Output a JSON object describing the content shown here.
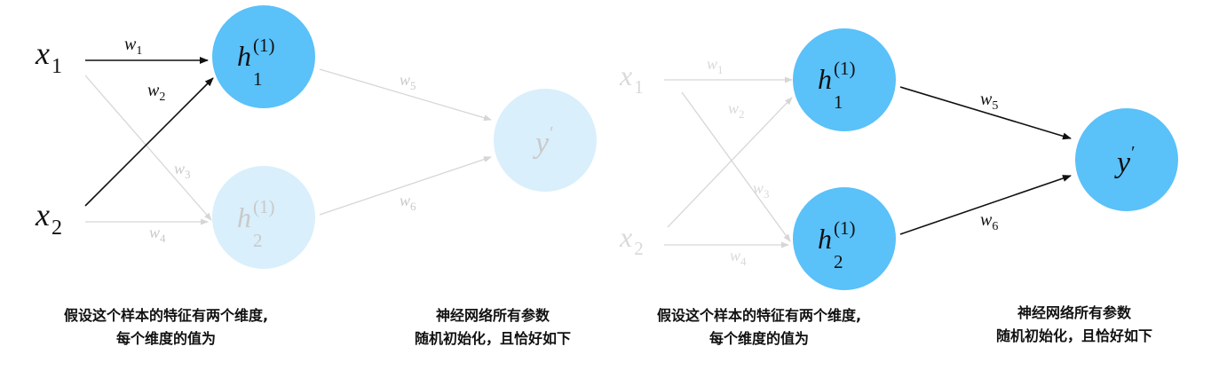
{
  "colors": {
    "node_active": "#5AC1F9",
    "node_faded": "#D9EFFB",
    "edge_active": "#111111",
    "edge_faded": "#D6D6D6",
    "label_active": "#111111",
    "label_faded": "#C9C9C9"
  },
  "panels": [
    {
      "inputs": {
        "x1": "x",
        "x1_sub": "1",
        "x2": "x",
        "x2_sub": "2"
      },
      "hidden": {
        "h": "h",
        "h1_sub": "1",
        "h2_sub": "2",
        "sup": "(1)"
      },
      "output": {
        "y": "y",
        "prime": "′"
      },
      "weights": {
        "w": "w",
        "w1": "1",
        "w2": "2",
        "w3": "3",
        "w4": "4",
        "w5": "5",
        "w6": "6"
      },
      "caption_left": [
        "假设这个样本的特征有两个维度,",
        "每个维度的值为"
      ],
      "caption_right": [
        "神经网络所有参数",
        "随机初始化，且恰好如下"
      ]
    },
    {
      "inputs": {
        "x1": "x",
        "x1_sub": "1",
        "x2": "x",
        "x2_sub": "2"
      },
      "hidden": {
        "h": "h",
        "h1_sub": "1",
        "h2_sub": "2",
        "sup": "(1)"
      },
      "output": {
        "y": "y",
        "prime": "′"
      },
      "weights": {
        "w": "w",
        "w1": "1",
        "w2": "2",
        "w3": "3",
        "w4": "4",
        "w5": "5",
        "w6": "6"
      },
      "caption_left": [
        "假设这个样本的特征有两个维度,",
        "每个维度的值为"
      ],
      "caption_right": [
        "神经网络所有参数",
        "随机初始化，且恰好如下"
      ]
    }
  ]
}
